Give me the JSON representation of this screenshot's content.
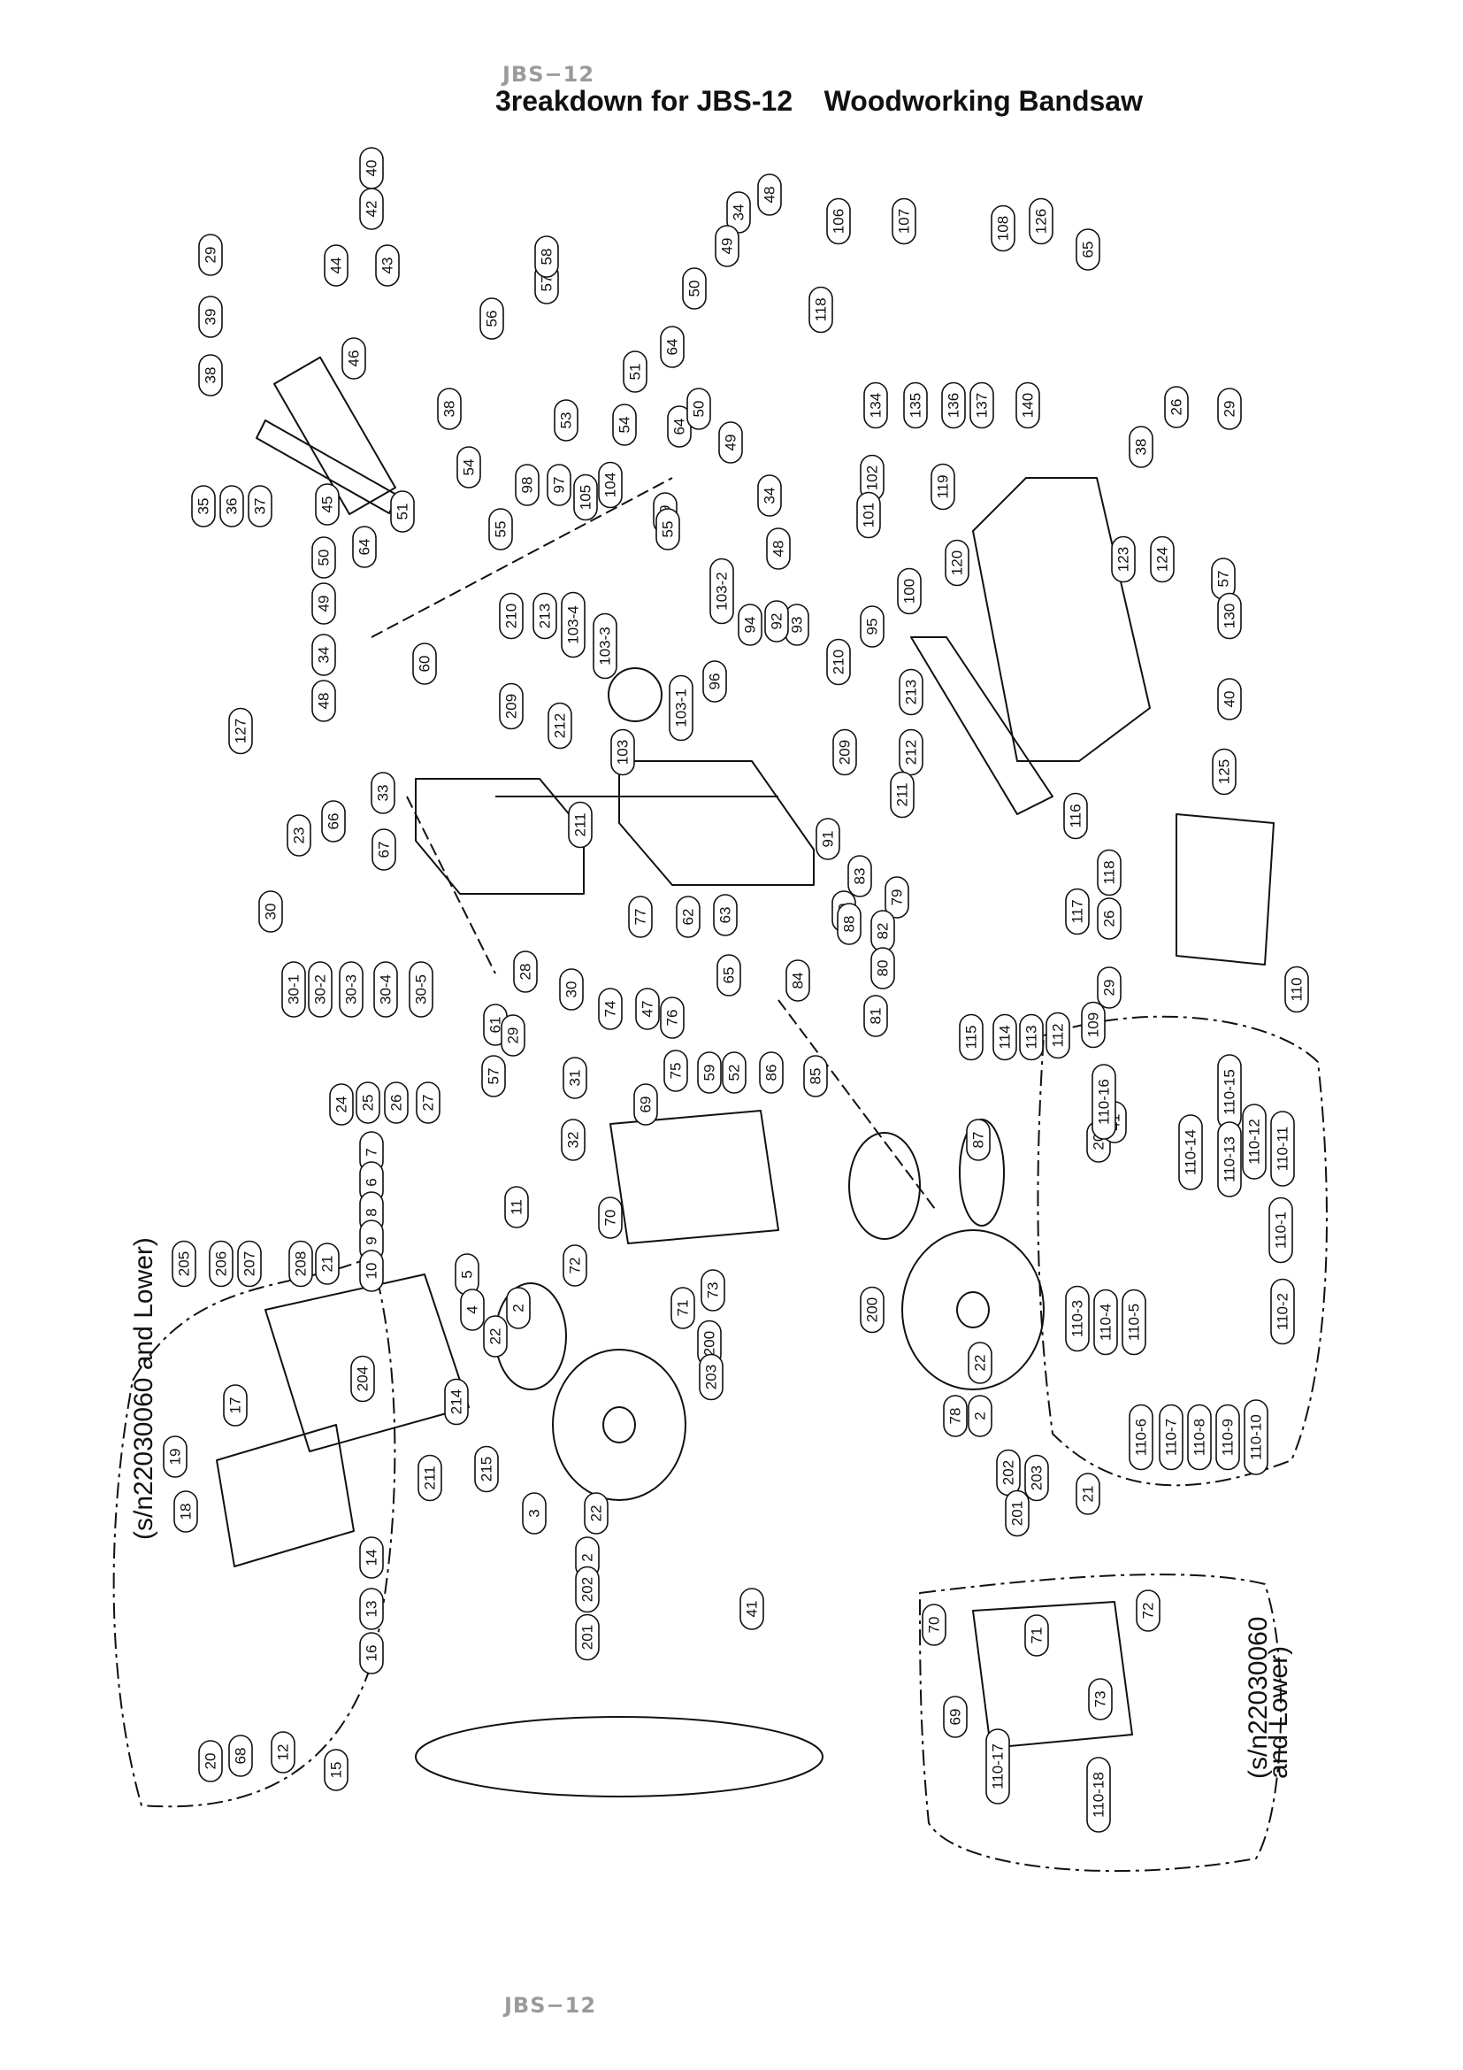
{
  "header": {
    "code": "JBS−12",
    "title": "3reakdown for JBS-12    Woodworking Bandsaw"
  },
  "footer": {
    "code": "JBS−12"
  },
  "notes": {
    "left_variant": "(s/n22030060 and Lower)",
    "right_variant_line1": "(s/n22030060",
    "right_variant_line2": "and Lower)"
  },
  "part_numbers": [
    "40",
    "42",
    "44",
    "43",
    "29",
    "39",
    "38",
    "35",
    "36",
    "37",
    "46",
    "45",
    "57",
    "58",
    "56",
    "53",
    "38",
    "54",
    "55",
    "51",
    "64",
    "50",
    "49",
    "34",
    "48",
    "60",
    "34",
    "48",
    "49",
    "50",
    "64",
    "51",
    "54",
    "64",
    "50",
    "49",
    "34",
    "48",
    "106",
    "107",
    "108",
    "126",
    "65",
    "118",
    "134",
    "135",
    "136",
    "137",
    "140",
    "38",
    "26",
    "29",
    "98",
    "97",
    "105",
    "104",
    "99",
    "55",
    "102",
    "101",
    "100",
    "95",
    "93",
    "92",
    "94",
    "103-2",
    "103-4",
    "103-3",
    "96",
    "103-1",
    "103",
    "119",
    "120",
    "123",
    "124",
    "57",
    "130",
    "40",
    "125",
    "116",
    "210",
    "213",
    "209",
    "212",
    "210",
    "213",
    "209",
    "212",
    "211",
    "211",
    "33",
    "127",
    "23",
    "66",
    "67",
    "30",
    "30-1",
    "30-2",
    "30-3",
    "30-4",
    "30-5",
    "28",
    "30",
    "61",
    "29",
    "57",
    "74",
    "47",
    "77",
    "62",
    "63",
    "91",
    "83",
    "90",
    "79",
    "82",
    "88",
    "80",
    "84",
    "65",
    "76",
    "75",
    "59",
    "52",
    "86",
    "85",
    "81",
    "117",
    "118",
    "26",
    "29",
    "109",
    "115",
    "114",
    "113",
    "112",
    "110",
    "24",
    "25",
    "26",
    "27",
    "31",
    "32",
    "7",
    "6",
    "8",
    "9",
    "10",
    "11",
    "5",
    "4",
    "2",
    "22",
    "69",
    "70",
    "72",
    "71",
    "73",
    "200",
    "87",
    "205",
    "206",
    "207",
    "208",
    "21",
    "204",
    "214",
    "215",
    "211",
    "200",
    "3",
    "22",
    "2",
    "202",
    "203",
    "201",
    "78",
    "22",
    "2",
    "202",
    "203",
    "201",
    "20",
    "41",
    "21",
    "19",
    "18",
    "17",
    "16",
    "13",
    "14",
    "15",
    "12",
    "68",
    "20",
    "41",
    "70",
    "69",
    "71",
    "72",
    "73",
    "110-17",
    "110-18",
    "110-16",
    "110-15",
    "110-14",
    "110-13",
    "110-12",
    "110-11",
    "110-1",
    "110-2",
    "110-3",
    "110-4",
    "110-5",
    "110-6",
    "110-7",
    "110-8",
    "110-9",
    "110-10"
  ],
  "colors": {
    "ink": "#111111",
    "header_gray": "#9a9a9a",
    "paper": "#ffffff"
  }
}
